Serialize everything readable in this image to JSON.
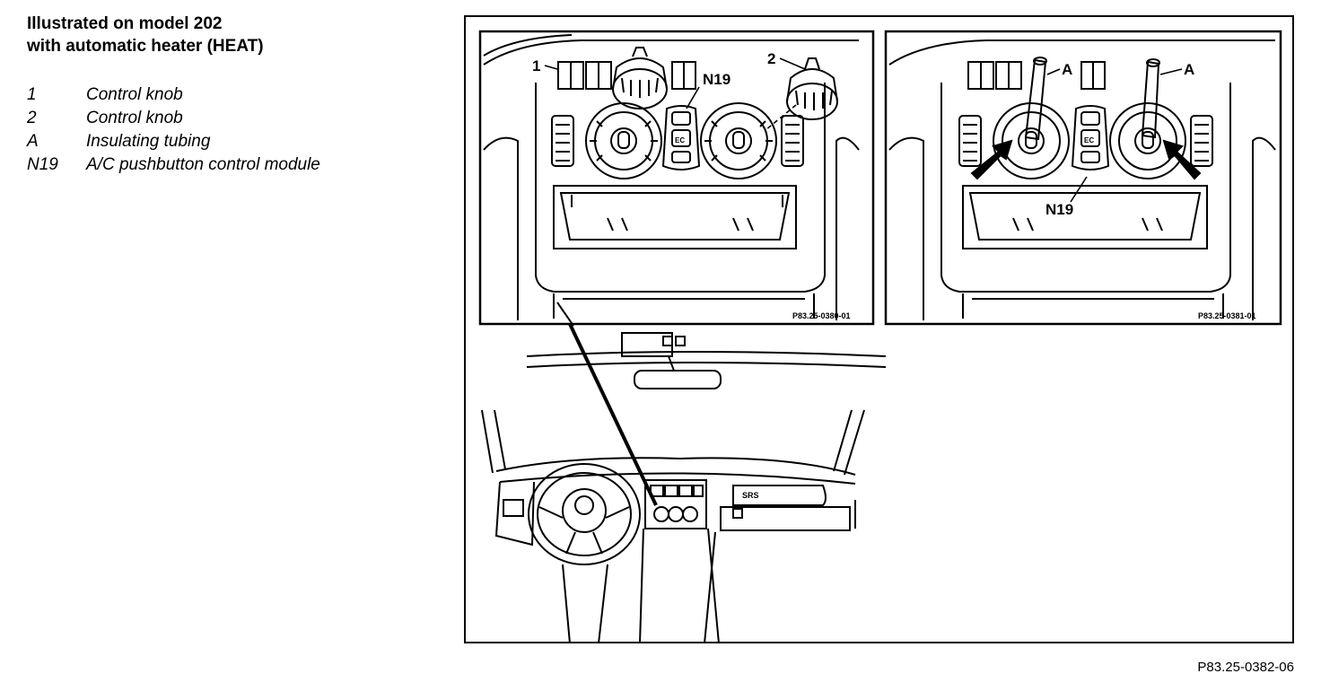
{
  "heading": {
    "line1": "Illustrated on model 202",
    "line2": "with automatic heater (HEAT)"
  },
  "legend": [
    {
      "key": "1",
      "text": "Control knob"
    },
    {
      "key": "2",
      "text": "Control knob"
    },
    {
      "key": "A",
      "text": "Insulating tubing"
    },
    {
      "key": "N19",
      "text": "A/C pushbutton control module"
    }
  ],
  "diagram": {
    "left_detail": {
      "label_1": "1",
      "label_2": "2",
      "label_n19": "N19",
      "code": "P83.25-0380-01",
      "button_label": "EC"
    },
    "right_detail": {
      "label_a_left": "A",
      "label_a_right": "A",
      "label_n19": "N19",
      "code": "P83.25-0381-01",
      "button_label": "EC"
    },
    "dashboard": {
      "srs_label": "SRS"
    }
  },
  "figure_code": "P83.25-0382-06"
}
